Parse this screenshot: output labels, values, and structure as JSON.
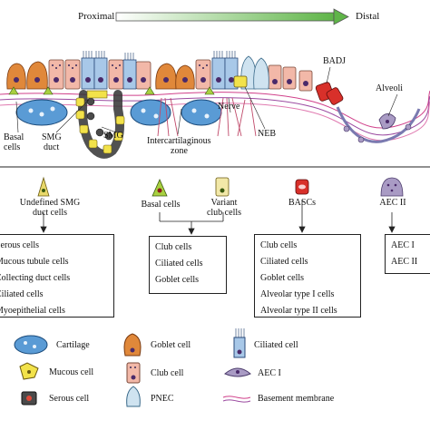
{
  "axis": {
    "proximal": "Proximal",
    "distal": "Distal"
  },
  "tissue_labels": {
    "badj": "BADJ",
    "alveoli": "Alveoli",
    "basal_cells_l1": "Basal",
    "basal_cells_l2": "cells",
    "smg_duct_l1": "SMG",
    "smg_duct_l2": "duct",
    "smg": "SMG",
    "nerve": "Nerve",
    "intercart_l1": "Intercartilaginous",
    "intercart_l2": "zone",
    "neb": "NEB"
  },
  "progenitors": {
    "undefined_smg_l1": "Undefined SMG",
    "undefined_smg_l2": "duct cells",
    "basal": "Basal cells",
    "variant_l1": "Variant",
    "variant_l2": "club cells",
    "bascs": "BASCs",
    "aec2": "AEC II"
  },
  "outcome_lists": {
    "smg": [
      "Serous cells",
      "Mucous tubule cells",
      "Collecting duct cells",
      "Ciliated cells",
      "Myoepithelial cells"
    ],
    "basal": [
      "Club cells",
      "Ciliated cells",
      "Goblet cells"
    ],
    "bascs": [
      "Club cells",
      "Ciliated cells",
      "Goblet cells",
      "Alveolar type I cells",
      "Alveolar type II cells"
    ],
    "aec2": [
      "AEC I",
      "AEC II"
    ]
  },
  "legend": {
    "cartilage": "Cartilage",
    "goblet": "Goblet cell",
    "ciliated": "Ciliated cell",
    "mucous": "Mucous cell",
    "club": "Club cell",
    "aec1": "AEC I",
    "serous": "Serous cell",
    "pnec": "PNEC",
    "basement": "Basement membrane"
  },
  "colors": {
    "goblet": "#e0883a",
    "ciliated": "#a8c8e8",
    "club": "#f2b8a8",
    "cartilage": "#5a9bd5",
    "mucous": "#f2e24a",
    "serous": "#4a4a4a",
    "pnec": "#cfe3f0",
    "basement": "#d0408a",
    "basal": "#e8d86a",
    "bascs": "#d8302a",
    "aec2": "#a99bc4",
    "arrow": "#5fb548"
  }
}
